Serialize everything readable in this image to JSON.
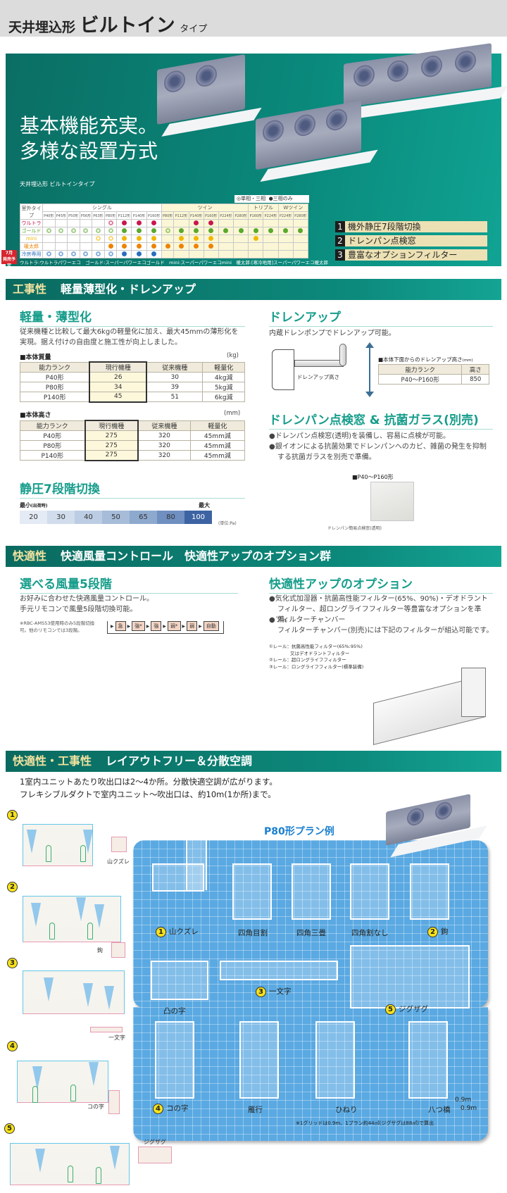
{
  "header": {
    "prefix": "天井埋込形",
    "title": "ビルトイン",
    "suffix": "タイプ"
  },
  "hero": {
    "catch_line1": "基本機能充実。",
    "catch_line2": "多様な設置方式",
    "table_title": "天井埋込形 ビルトインタイプ",
    "legend_ring": "◎単相・三相",
    "legend_dot": "●三相のみ",
    "table": {
      "row_header": "室外タイプ",
      "groups": [
        {
          "label": "シングル",
          "span": 9
        },
        {
          "label": "ツイン",
          "span": 6
        },
        {
          "label": "トリプル",
          "span": 2
        },
        {
          "label": "Wツイン",
          "span": 2
        }
      ],
      "columns": [
        "P40形",
        "P45形",
        "P50形",
        "P56形",
        "P63形",
        "P80形",
        "P112形",
        "P140形",
        "P160形",
        "P80形",
        "P112形",
        "P140形",
        "P160形",
        "P224形",
        "P280形",
        "P160形",
        "P224形",
        "P224形",
        "P280形"
      ],
      "rows": [
        {
          "name": "ウルトラ",
          "color": "#c8174d",
          "cells": [
            "",
            "",
            "",
            "",
            "",
            "ring",
            "dot",
            "dot",
            "dot",
            "",
            "",
            "dot",
            "dot",
            "",
            "",
            "",
            "",
            "",
            ""
          ]
        },
        {
          "name": "ゴールド",
          "color": "#5aa92d",
          "cells": [
            "ring",
            "ring",
            "ring",
            "ring",
            "ring",
            "ring",
            "dot",
            "dot",
            "dot",
            "ring",
            "dot",
            "dot",
            "dot",
            "dot",
            "dot",
            "dot",
            "dot",
            "dot",
            "dot"
          ]
        },
        {
          "name": "mini",
          "color": "#f2b705",
          "cells": [
            "",
            "",
            "",
            "",
            "ring",
            "ring",
            "dot",
            "dot",
            "dot",
            "",
            "dot",
            "dot",
            "dot",
            "",
            "",
            "dot",
            "",
            "",
            ""
          ]
        },
        {
          "name": "暖太郎",
          "color": "#ee8206",
          "cells": [
            "",
            "",
            "",
            "",
            "",
            "dot",
            "dot",
            "dot",
            "dot",
            "dot",
            "dot",
            "dot",
            "dot",
            "",
            "",
            "",
            "",
            "",
            ""
          ]
        },
        {
          "name": "冷房専用",
          "color": "#2a6fbf",
          "cells": [
            "ring",
            "ring",
            "ring",
            "ring",
            "ring",
            "ring",
            "dot",
            "dot",
            "dot",
            "",
            "",
            "",
            "",
            "",
            "",
            "",
            "",
            "",
            ""
          ]
        }
      ]
    },
    "badge": {
      "line1": "7月",
      "line2": "発売予定"
    },
    "footnote": "ウルトラ:ウルトラパワーエコ　ゴールド:スーパーパワーエコゴールド　mini:スーパーパワーエコmini　暖太郎:[寒冷地用]スーパーパワーエコ暖太郎",
    "features": [
      {
        "num": "1",
        "label": "機外静圧7段階切換"
      },
      {
        "num": "2",
        "label": "ドレンパン点検窓"
      },
      {
        "num": "3",
        "label": "豊富なオプションフィルター"
      }
    ]
  },
  "section1": {
    "tag": "工事性",
    "title": "軽量薄型化・ドレンアップ",
    "light": {
      "heading": "軽量・薄型化",
      "text": "従来機種と比較して最大6kgの軽量化に加え、最大45mmの薄形化を実現。据え付けの自由度と施工性が向上しました。",
      "mass": {
        "label": "■本体質量",
        "unit": "(kg)",
        "headers": [
          "能力ランク",
          "現行機種",
          "従来機種",
          "軽量化"
        ],
        "rows": [
          [
            "P40形",
            "26",
            "30",
            "4kg減"
          ],
          [
            "P80形",
            "34",
            "39",
            "5kg減"
          ],
          [
            "P140形",
            "45",
            "51",
            "6kg減"
          ]
        ]
      },
      "height": {
        "label": "■本体高さ",
        "unit": "(mm)",
        "headers": [
          "能力ランク",
          "現行機種",
          "従来機種",
          "軽量化"
        ],
        "rows": [
          [
            "P40形",
            "275",
            "320",
            "45mm減"
          ],
          [
            "P80形",
            "275",
            "320",
            "45mm減"
          ],
          [
            "P140形",
            "275",
            "320",
            "45mm減"
          ]
        ]
      }
    },
    "pressure": {
      "heading": "静圧7段階切換",
      "min_label": "最小",
      "min_sub": "(出荷時)",
      "max_label": "最大",
      "values": [
        "20",
        "30",
        "40",
        "50",
        "65",
        "80",
        "100"
      ],
      "colors": [
        "#e4ebf4",
        "#d1ddec",
        "#bccde3",
        "#a6bcd9",
        "#8ea9ce",
        "#6f8fc0",
        "#3e63a3"
      ],
      "unit": "(単位:Pa)"
    },
    "drain": {
      "heading": "ドレンアップ",
      "text": "内蔵ドレンポンプでドレンアップ可能。",
      "diagram_label": "ドレンアップ高さ",
      "table_label": "■本体下面からのドレンアップ高さ",
      "table_unit": "(mm)",
      "headers": [
        "能力ランク",
        "高さ"
      ],
      "rows": [
        [
          "P40〜P160形",
          "850"
        ]
      ]
    },
    "drainpan": {
      "heading": "ドレンパン点検窓 & 抗菌ガラス(別売)",
      "bullets": [
        "●ドレンパン点検窓(透明)を装備し、容易に点検が可能。",
        "●銀イオンによる抗菌効果でドレンパンへのカビ、雑菌の発生を抑制する抗菌ガラスを別売で準備。"
      ],
      "photo_label": "■P40〜P160形",
      "photo_caption": "ドレンパン簡易点検窓(透明)"
    }
  },
  "section2": {
    "tag": "快適性",
    "title": "快適風量コントロール　快適性アップのオプション群",
    "fan": {
      "heading": "選べる風量5段階",
      "text1": "お好みに合わせた快適風量コントロール。",
      "text2": "手元リモコンで風量5段階切換可能。",
      "note": "※RBC-AMS53使用時のみ5段階切換可。他のリモコンでは3段階。",
      "steps": [
        "急",
        "強*",
        "強",
        "弱*",
        "弱",
        "自動"
      ]
    },
    "option": {
      "heading": "快適性アップのオプション",
      "bullets": [
        "●気化式加湿器・抗菌高性能フィルター(65%、90%)・デオドラントフィルター、超ロングライフフィルター等豊富なオプションを準備。",
        "●フィルターチャンバー",
        "フィルターチャンバー(別売)には下記のフィルターが組込可能です。"
      ],
      "rails": [
        "①レール：抗菌高性能フィルター(65%:95%)",
        "又はデオドラントフィルター",
        "②レール：超ロングライフフィルター",
        "③レール：ロングライフフィルター(標準装備)"
      ]
    }
  },
  "section3": {
    "tag": "快適性・工事性",
    "title": "レイアウトフリー＆分散空調",
    "text1": "1室内ユニットあたり吹出口は2〜4か所。分散快適空調が広がります。",
    "text2": "フレキシブルダクトで室内ユニット〜吹出口は、約10m(1か所)まで。",
    "plan_title": "P80形プラン例",
    "plans_row1": [
      {
        "num": "1",
        "label": "山クズレ"
      },
      {
        "num": "",
        "label": "四角目割"
      },
      {
        "num": "",
        "label": "四角三畳"
      },
      {
        "num": "",
        "label": "四角割なし"
      },
      {
        "num": "2",
        "label": "鉤"
      }
    ],
    "plans_row2": [
      {
        "num": "",
        "label": "凸の字"
      },
      {
        "num": "3",
        "label": "一文字"
      },
      {
        "num": "5",
        "label": "ジグザグ"
      }
    ],
    "plans_row3": [
      {
        "num": "4",
        "label": "コの字"
      },
      {
        "num": "",
        "label": "雁行"
      },
      {
        "num": "",
        "label": "ひねり"
      },
      {
        "num": "",
        "label": "八つ橋"
      }
    ],
    "grid_h": "0.9m",
    "grid_w": "0.9m",
    "plan_note": "※1グリッドは0.9m、1プラン約44㎡(ジグザグは88㎡)で算出",
    "illustrations": [
      {
        "num": "1",
        "label": "山クズレ"
      },
      {
        "num": "2",
        "label": "鉤"
      },
      {
        "num": "3",
        "label": "一文字"
      },
      {
        "num": "4",
        "label": "コの字"
      },
      {
        "num": "5",
        "label": "ジグザグ"
      }
    ]
  }
}
